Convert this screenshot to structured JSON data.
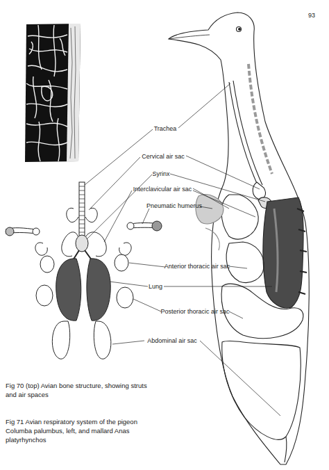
{
  "diagram": {
    "caption": "Fig 71 Avian respiratory system of the pigeon Columba palumbus, left, and mallard Anas platyrhynchos",
    "labels": [
      "93",
      "Trachea",
      "Cervical air sac",
      "Syrinx",
      "Interclavicular air sac",
      "Pneumatic humerus",
      "Anterior thoracic air sac",
      "Lung",
      "Posterior thoracic air sac",
      "Abdominal air sac",
      "Fig 70 (top) Avian bone structure, showing struts and air spaces"
    ]
  }
}
